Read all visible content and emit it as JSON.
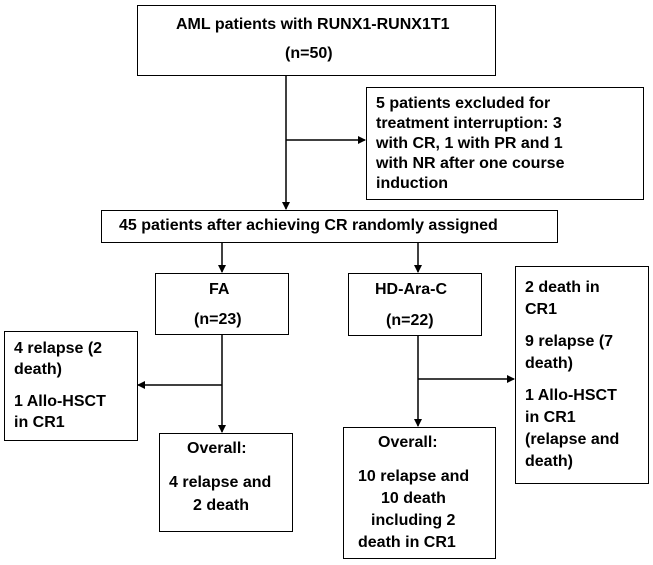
{
  "boxes": {
    "patients": {
      "line1": "AML patients with RUNX1-RUNX1T1",
      "line2": "(n=50)"
    },
    "excluded": {
      "lines": [
        "5 patients excluded for",
        "treatment interruption: 3",
        "with CR, 1 with PR and 1",
        "with NR after one course",
        "induction"
      ]
    },
    "randomized": {
      "text": "45 patients after achieving CR randomly assigned"
    },
    "fa": {
      "label": "FA",
      "n": "(n=23)"
    },
    "hd": {
      "label": "HD-Ara-C",
      "n": "(n=22)"
    },
    "fa_events": {
      "lines": [
        "4 relapse (2",
        "death)",
        "1 Allo-HSCT",
        "in CR1"
      ]
    },
    "hd_events": {
      "lines": [
        "2 death in",
        "CR1",
        "9 relapse (7",
        "death)",
        "1 Allo-HSCT",
        "in CR1",
        "(relapse and",
        "death)"
      ]
    },
    "fa_overall": {
      "lines": [
        "Overall:",
        "4 relapse and",
        "2 death"
      ]
    },
    "hd_overall": {
      "lines": [
        "Overall:",
        "10 relapse and",
        "10 death",
        "including 2",
        "death in CR1"
      ]
    }
  }
}
